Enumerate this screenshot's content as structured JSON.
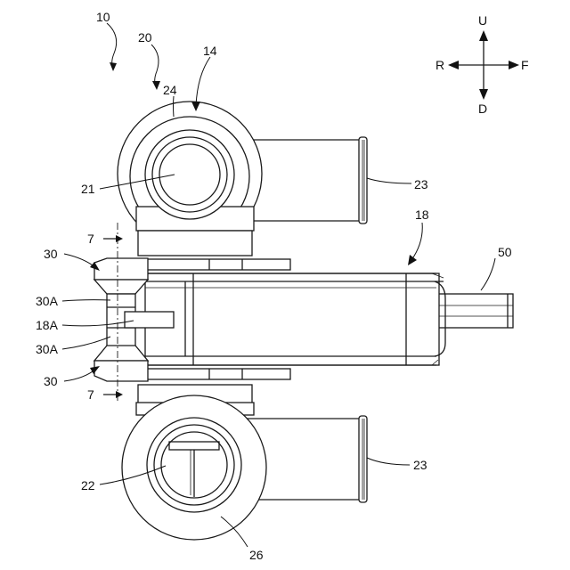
{
  "labels": {
    "assembly": "10",
    "unit": "20",
    "housing": "14",
    "upper_ring": "24",
    "upper_port": "21",
    "upper_pipe": "23",
    "body": "18",
    "lower_pipe": "23",
    "shaft": "50",
    "bracket_top": "30",
    "flange_top": "30A",
    "center_tab": "18A",
    "flange_bottom": "30A",
    "bracket_bottom": "30",
    "section_top": "7",
    "section_bottom": "7",
    "lower_port": "22",
    "lower_ring": "26"
  },
  "compass": {
    "up": "U",
    "down": "D",
    "rear": "R",
    "front": "F"
  }
}
